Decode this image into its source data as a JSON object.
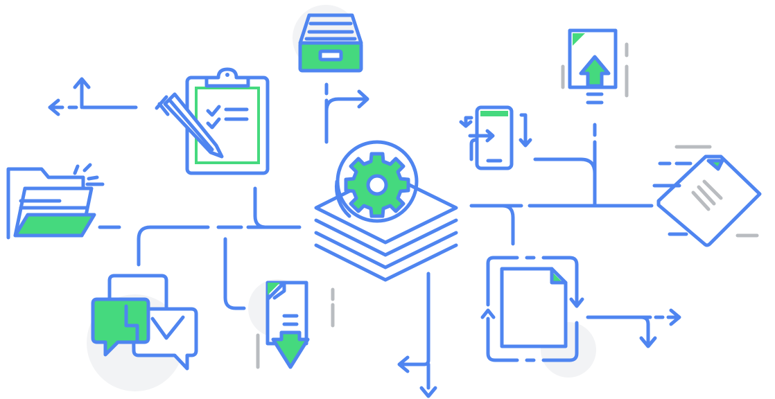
{
  "diagram": {
    "subject": "data-processing-workflow",
    "hub_icon": "gear-on-stack-icon",
    "nodes": [
      {
        "id": "clipboard",
        "icon": "clipboard-checklist-icon"
      },
      {
        "id": "pencil",
        "icon": "pencil-icon"
      },
      {
        "id": "folder",
        "icon": "open-folder-icon"
      },
      {
        "id": "file-drawer",
        "icon": "file-drawer-icon"
      },
      {
        "id": "chat",
        "icon": "chat-bubbles-icon"
      },
      {
        "id": "download",
        "icon": "file-download-icon"
      },
      {
        "id": "upload",
        "icon": "file-upload-icon"
      },
      {
        "id": "phone-sync",
        "icon": "phone-sync-icon"
      },
      {
        "id": "flying-doc",
        "icon": "moving-document-icon"
      },
      {
        "id": "doc-cycle",
        "icon": "document-cycle-icon"
      }
    ],
    "connector_arrows": [
      "arrow-left-up-icon",
      "arrow-right-icon",
      "arrow-down-icon"
    ]
  },
  "colors": {
    "stroke_blue": "#4f85f0",
    "fill_green": "#45d97e",
    "accent_gray": "#b9bcc0",
    "backdrop_gray": "#f2f3f5",
    "background": "#ffffff"
  }
}
